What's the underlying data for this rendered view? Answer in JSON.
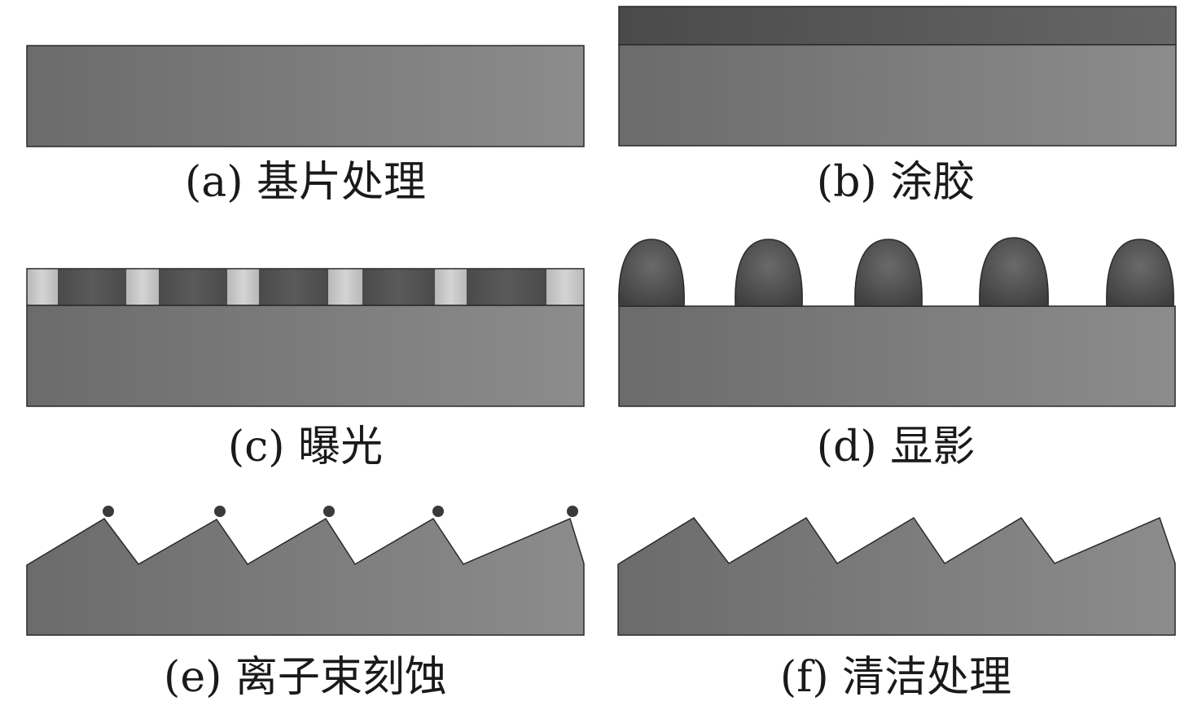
{
  "captions": {
    "a": "(a) 基片处理",
    "b": "(b) 涂胶",
    "c": "(c) 曝光",
    "d": "(d) 显影",
    "e": "(e) 离子束刻蚀",
    "f": "(f) 清洁处理"
  },
  "colors": {
    "substrate_light": "#8a8a8a",
    "substrate_dark": "#6a6a6a",
    "resist": "#505050",
    "mask_open": "#c8c8c8",
    "outline": "#2a2a2a"
  }
}
